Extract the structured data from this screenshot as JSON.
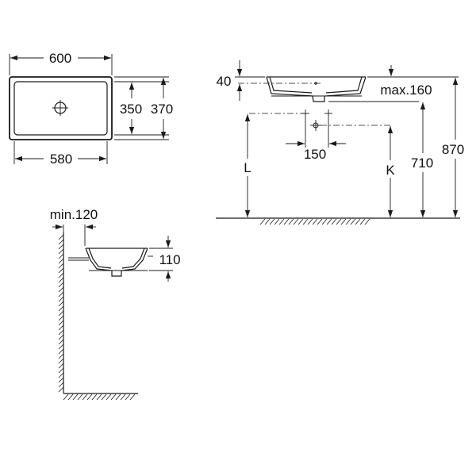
{
  "top_view": {
    "width_outer": "600",
    "width_inner": "580",
    "depth_inner": "350",
    "depth_outer": "370"
  },
  "side_view": {
    "rim": "40",
    "max_depth": "max.160",
    "offset": "150",
    "label_l": "L",
    "label_k": "K",
    "h_710": "710",
    "h_870": "870"
  },
  "wall_view": {
    "min_gap": "min.120",
    "height": "110"
  },
  "colors": {
    "line": "#1a1a1a",
    "background": "#ffffff"
  }
}
